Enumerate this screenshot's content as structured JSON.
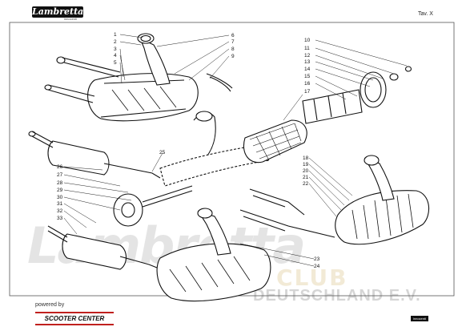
{
  "header": {
    "brand": "Lambretta",
    "brand_sub": "innocenti",
    "plate": "Tav. X"
  },
  "watermark": {
    "line1": "Lambretta",
    "line2": "CLUB",
    "line3": "DEUTSCHLAND E.V."
  },
  "footer": {
    "powered_by": "powered by",
    "sponsor": "SCOOTER CENTER",
    "stamp": "innocenti"
  },
  "callouts": [
    "1",
    "2",
    "3",
    "4",
    "5",
    "6",
    "7",
    "8",
    "9",
    "10",
    "11",
    "12",
    "13",
    "14",
    "15",
    "16",
    "17",
    "18",
    "19",
    "20",
    "21",
    "22",
    "23",
    "24",
    "25",
    "26",
    "27",
    "28",
    "29",
    "30",
    "31",
    "32",
    "33"
  ],
  "colors": {
    "ink": "#111111",
    "watermark_gold": "#c8a24a",
    "sponsor_red": "#c0201e"
  }
}
